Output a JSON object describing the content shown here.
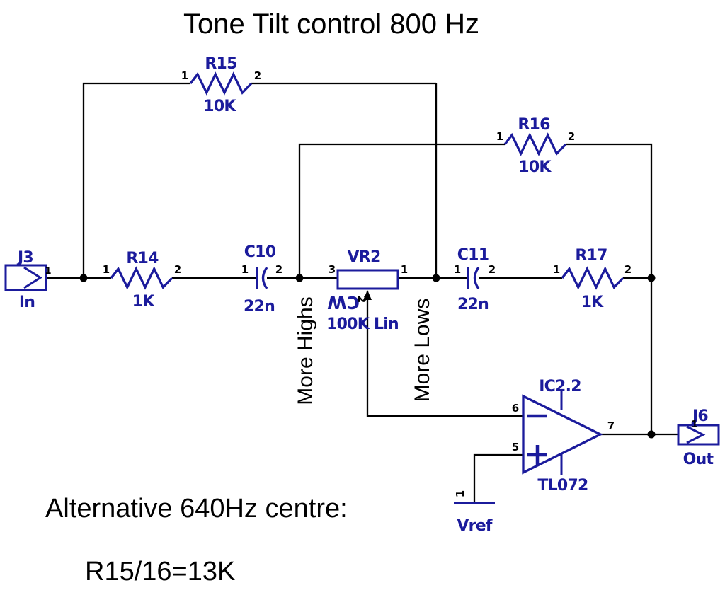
{
  "title": "Tone Tilt control 800 Hz",
  "notes": {
    "alt_centre": "Alternative 640Hz centre:",
    "alt_values": "R15/16=13K"
  },
  "annotations": {
    "more_highs": "More Highs",
    "more_lows": "More Lows"
  },
  "colors": {
    "component_blue": "#1b1b9c",
    "wire_black": "#000000",
    "background": "#ffffff"
  },
  "components": {
    "r14": {
      "ref": "R14",
      "value": "1K",
      "pin1": "1",
      "pin2": "2"
    },
    "r15": {
      "ref": "R15",
      "value": "10K",
      "pin1": "1",
      "pin2": "2"
    },
    "r16": {
      "ref": "R16",
      "value": "10K",
      "pin1": "1",
      "pin2": "2"
    },
    "r17": {
      "ref": "R17",
      "value": "1K",
      "pin1": "1",
      "pin2": "2"
    },
    "c10": {
      "ref": "C10",
      "value": "22n",
      "pin1": "1",
      "pin2": "2"
    },
    "c11": {
      "ref": "C11",
      "value": "22n",
      "pin1": "1",
      "pin2": "2"
    },
    "vr2": {
      "ref": "VR2",
      "value": "100K Lin",
      "rotation_mark": "CW",
      "pin1": "1",
      "pin2": "2",
      "pin3": "3"
    },
    "j3": {
      "ref": "J3",
      "label": "In",
      "pin1": "1"
    },
    "j6": {
      "ref": "J6",
      "label": "Out",
      "pin1": "1"
    },
    "opamp": {
      "ref": "IC2.2",
      "part": "TL072",
      "pin_inv": "6",
      "pin_noninv": "5",
      "pin_out": "7"
    },
    "vref": {
      "label": "Vref",
      "pin1": "1"
    }
  }
}
